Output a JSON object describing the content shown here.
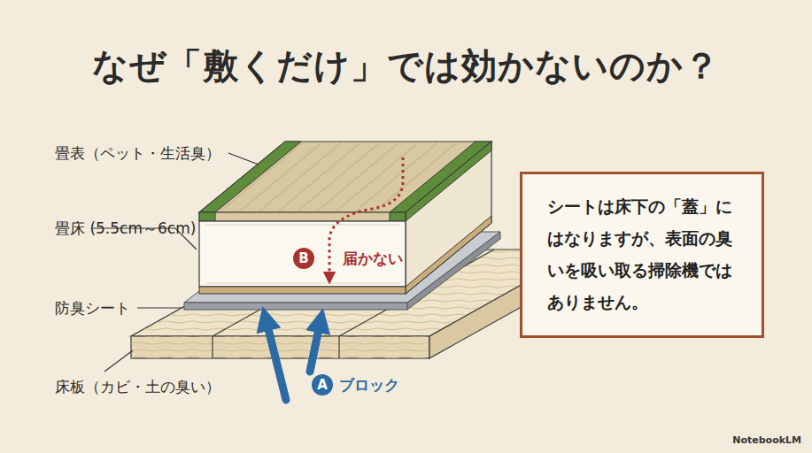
{
  "diagram": {
    "title": "なぜ「敷くだけ」では効かないのか？",
    "nodes": [
      {
        "text": [
          "B"
        ]
      },
      {
        "text": [
          "A"
        ]
      },
      {
        "text": [
          "シートは床下の「蓋」にはなりますが、表面の臭いを吸い取る掃除機ではありません。"
        ]
      }
    ],
    "labels": [
      "畳表（ペット・生活臭）",
      "畳床 (5.5cm～6cm)",
      "防臭シート",
      "床板（カビ・土の臭い）",
      "届かない",
      "ブロック",
      "NotebookLM"
    ]
  }
}
